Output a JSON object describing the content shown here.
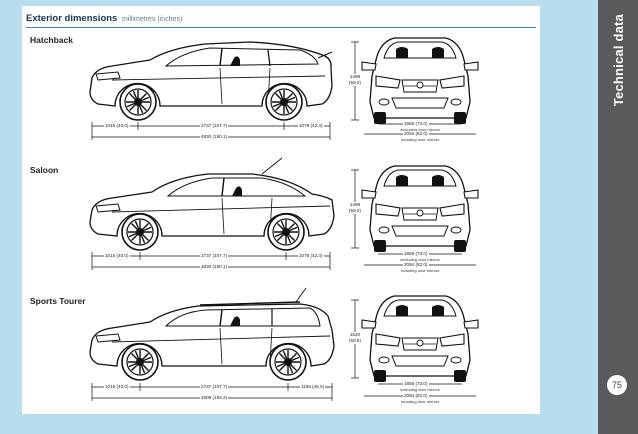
{
  "header": {
    "title": "Exterior dimensions",
    "unit": "millimetres (inches)"
  },
  "sidebar": {
    "title": "Technical data",
    "page_number": "75"
  },
  "sections": [
    {
      "label": "Hatchback",
      "front_overhang": "1015 (40.0)",
      "wheelbase": "2737 (107.7)",
      "rear_overhang": "1078 (42.4)",
      "length": "4830 (190.1)",
      "height": "1498",
      "height_in": "(59.0)",
      "width_excl": "1856 (73.0)",
      "width_excl_note": "excluding door mirrors",
      "width_incl": "2084 (82.0)",
      "width_incl_note": "including door mirrors"
    },
    {
      "label": "Saloon",
      "front_overhang": "1015 (40.0)",
      "wheelbase": "2737 (107.7)",
      "rear_overhang": "1078 (42.4)",
      "length": "4830 (190.1)",
      "height": "1498",
      "height_in": "(59.0)",
      "width_excl": "1856 (73.0)",
      "width_excl_note": "excluding door mirrors",
      "width_incl": "2084 (82.0)",
      "width_incl_note": "including door mirrors"
    },
    {
      "label": "Sports Tourer",
      "front_overhang": "1015 (40.0)",
      "wheelbase": "2737 (107.7)",
      "rear_overhang": "1156 (45.5)",
      "length": "4908 (193.2)",
      "height": "1520",
      "height_in": "(59.8)",
      "width_excl": "1856 (73.0)",
      "width_excl_note": "excluding door mirrors",
      "width_incl": "2084 (82.0)",
      "width_incl_note": "including door mirrors"
    }
  ]
}
